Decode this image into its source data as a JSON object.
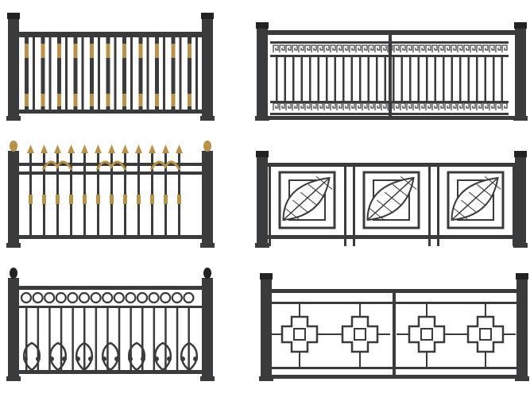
{
  "colors": {
    "iron": "#3a3b3d",
    "iron_light": "#5a5b5e",
    "gold": "#b8924a",
    "background": "#ffffff"
  },
  "fences": [
    {
      "id": "balusters-gold"
    },
    {
      "id": "greek-key"
    },
    {
      "id": "spear-top"
    },
    {
      "id": "leaf-panels"
    },
    {
      "id": "scroll-rings"
    },
    {
      "id": "square-cross"
    }
  ]
}
